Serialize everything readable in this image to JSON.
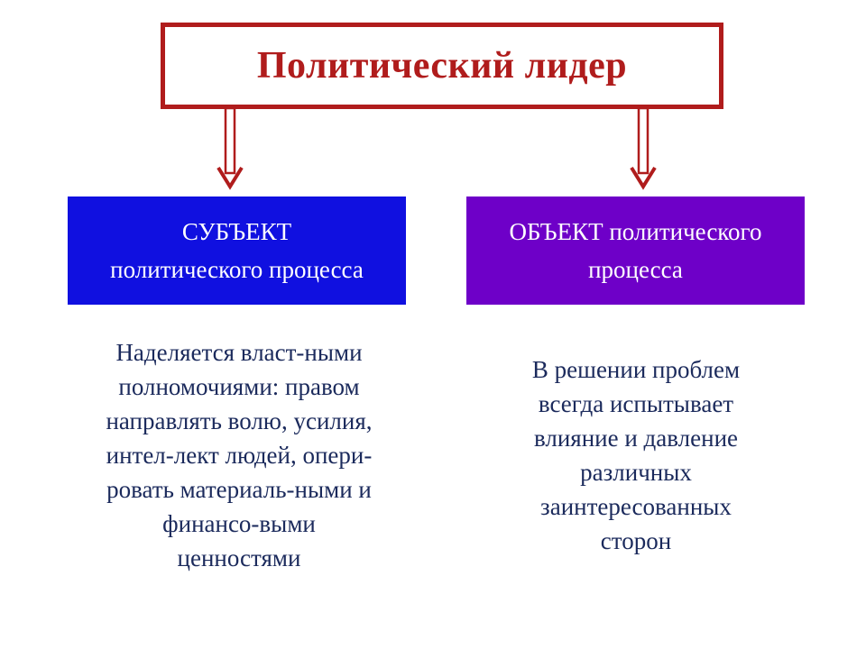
{
  "title": "Политический лидер",
  "subject": {
    "lines": [
      "СУБЪЕКТ",
      "политического процесса"
    ]
  },
  "object": {
    "lines": [
      "ОБЪЕКТ политического",
      "процесса"
    ]
  },
  "subject_description": {
    "lines": [
      "Наделяется власт-ными",
      "полномочиями: правом",
      "направлять волю, усилия,",
      "интел-лект людей, опери-",
      "ровать материаль-ными и",
      "финансо-выми",
      "ценностями"
    ]
  },
  "object_description": {
    "lines": [
      "В решении проблем",
      "всегда испытывает",
      "влияние и давление",
      "различных",
      "заинтересованных",
      "сторон"
    ]
  },
  "colors": {
    "title_red": "#b01c1c",
    "subject_blue": "#1010e0",
    "object_purple": "#6e00c8",
    "description_text": "#1b2a5c"
  }
}
